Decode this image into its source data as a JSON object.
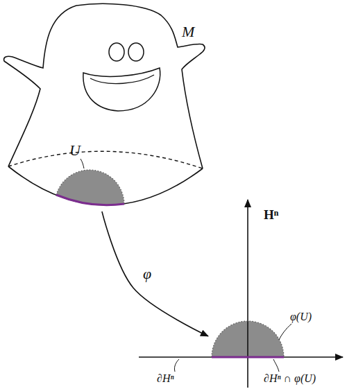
{
  "diagram": {
    "nodes": [
      {
        "text": [
          "M"
        ]
      },
      {
        "text": [
          "U"
        ],
        "in": 0
      },
      {
        "text": [
          "φ(U)"
        ]
      }
    ],
    "edges": [
      {
        "from": 1,
        "to": 2,
        "arrow": "to",
        "label": "φ"
      }
    ],
    "labels": [
      "Hⁿ",
      "∂Hⁿ",
      "∂Hⁿ ∩ φ(U)"
    ]
  }
}
